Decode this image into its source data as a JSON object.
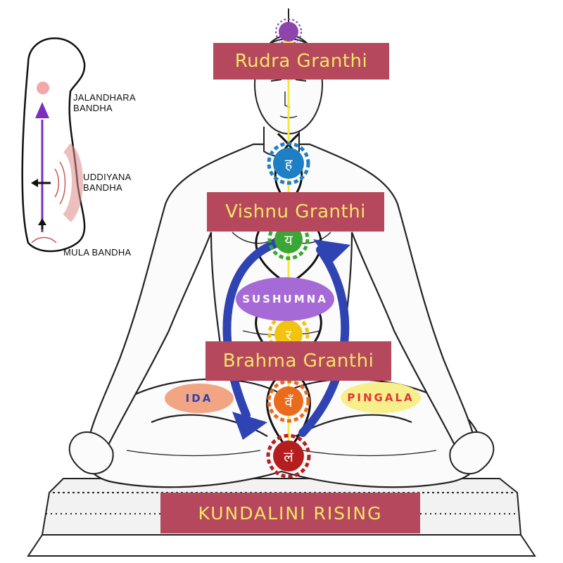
{
  "banners": {
    "rudra": "Rudra Granthi",
    "vishnu": "Vishnu Granthi",
    "brahma": "Brahma Granthi",
    "title": "KUNDALINI RISING"
  },
  "nadis": {
    "sushumna": "SUSHUMNA",
    "ida": "IDA",
    "pingala": "PINGALA"
  },
  "inset": {
    "jalandhara": "JALANDHARA\nBANDHA",
    "uddiyana": "UDDIYANA\nBANDHA",
    "mula": "MULA BANDHA"
  },
  "chakras": [
    {
      "name": "crown",
      "color": "#8e44ad",
      "glyph": ""
    },
    {
      "name": "throat",
      "color": "#1f7fc4",
      "glyph": "ह"
    },
    {
      "name": "heart",
      "color": "#3aa635",
      "glyph": "य"
    },
    {
      "name": "solar-plexus",
      "color": "#f2c40f",
      "glyph": "र"
    },
    {
      "name": "sacral",
      "color": "#ea6b1c",
      "glyph": "वँ"
    },
    {
      "name": "root",
      "color": "#b51e1e",
      "glyph": "लं"
    }
  ],
  "colors": {
    "banner_bg": "#b5485d",
    "banner_text": "#f4e468",
    "sushumna_oval": "#a66ad6",
    "ida_oval": "#f2a582",
    "pingala_oval": "#f7f08a",
    "energy_arrow": "#2f43b3",
    "spine_line": "#f5e83a"
  }
}
